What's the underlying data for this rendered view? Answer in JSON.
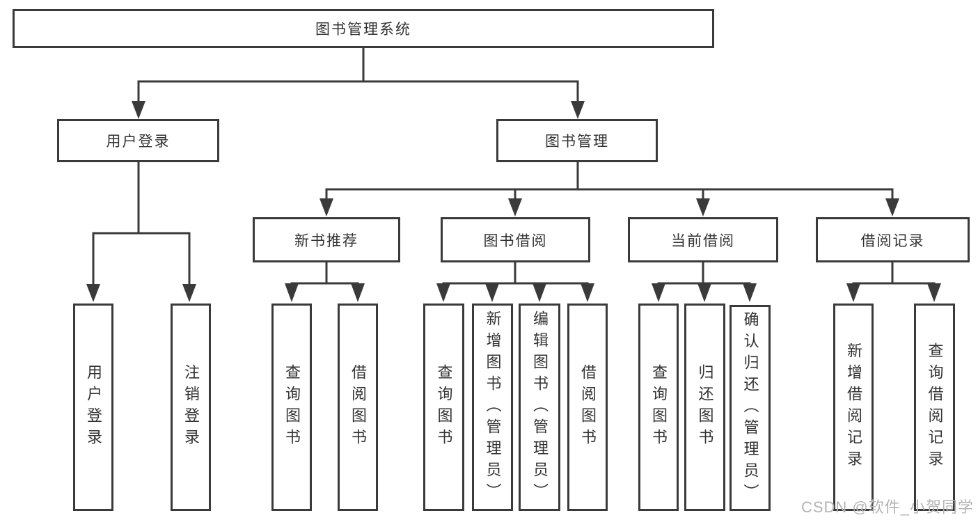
{
  "diagram": {
    "root": "图书管理系统",
    "children": [
      {
        "label": "用户登录",
        "children": [
          "用户登录",
          "注销登录"
        ]
      },
      {
        "label": "图书管理",
        "children": [
          {
            "label": "新书推荐",
            "children": [
              "查询图书",
              "借阅图书"
            ]
          },
          {
            "label": "图书借阅",
            "children": [
              "查询图书",
              "新增图书（管理员）",
              "编辑图书（管理员）",
              "借阅图书"
            ]
          },
          {
            "label": "当前借阅",
            "children": [
              "查询图书",
              "归还图书",
              "确认归还（管理员）"
            ]
          },
          {
            "label": "借阅记录",
            "children": [
              "新增借阅记录",
              "查询借阅记录"
            ]
          }
        ]
      }
    ]
  },
  "colors": {
    "line": "#3a3a3a",
    "text": "#333333",
    "box_fill": "#ffffff",
    "watermark": "#b3b3b3"
  },
  "watermark": {
    "text": "CSDN @软件_小贺同学"
  }
}
